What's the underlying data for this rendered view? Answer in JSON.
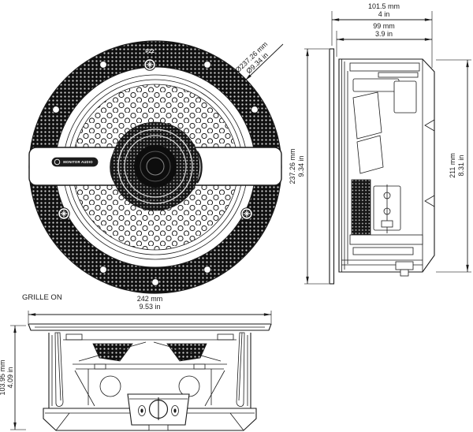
{
  "drawing": {
    "type": "technical-dimension-drawing",
    "subject": "in-ceiling speaker",
    "colors": {
      "line": "#1a1a1a",
      "background": "#ffffff"
    }
  },
  "front_view": {
    "dim_diameter_mm": "Ø237.26 mm",
    "dim_diameter_in": "Ø9.34 in",
    "screw_label": "PZ2",
    "logo_text": "MONITOR AUDIO"
  },
  "side_view": {
    "overall_depth_mm": "101.5 mm",
    "overall_depth_in": "4 in",
    "recess_depth_mm": "99 mm",
    "recess_depth_in": "3.9 in",
    "overall_diameter_mm": "237.26 mm",
    "overall_diameter_in": "9.34 in",
    "body_diameter_mm": "211 mm",
    "body_diameter_in": "8.31 in"
  },
  "bottom_view": {
    "label": "GRILLE ON",
    "grille_diameter_mm": "242 mm",
    "grille_diameter_in": "9.53 in",
    "height_mm": "103.95 mm",
    "height_in": "4.09 in"
  }
}
